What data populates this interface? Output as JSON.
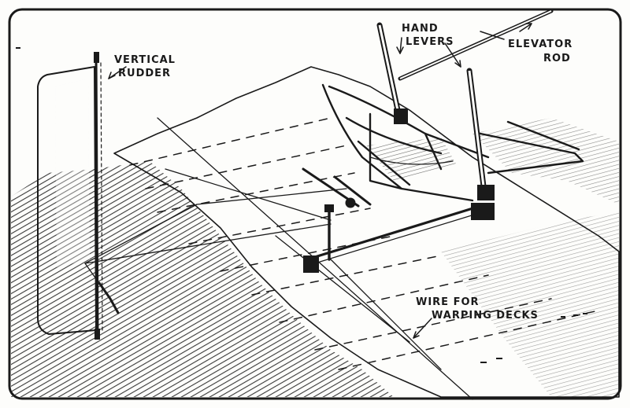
{
  "labels": {
    "vertical": "VERTICAL",
    "rudder": "RUDDER",
    "hand": "HAND",
    "levers": "LEVERS",
    "elevator": "ELEVATOR",
    "rod": "ROD",
    "wire_for": "WIRE FOR",
    "warping_decks": "WARPING DECKS"
  },
  "colors": {
    "ink": "#1a1a1a",
    "paper": "#fdfdfb"
  }
}
